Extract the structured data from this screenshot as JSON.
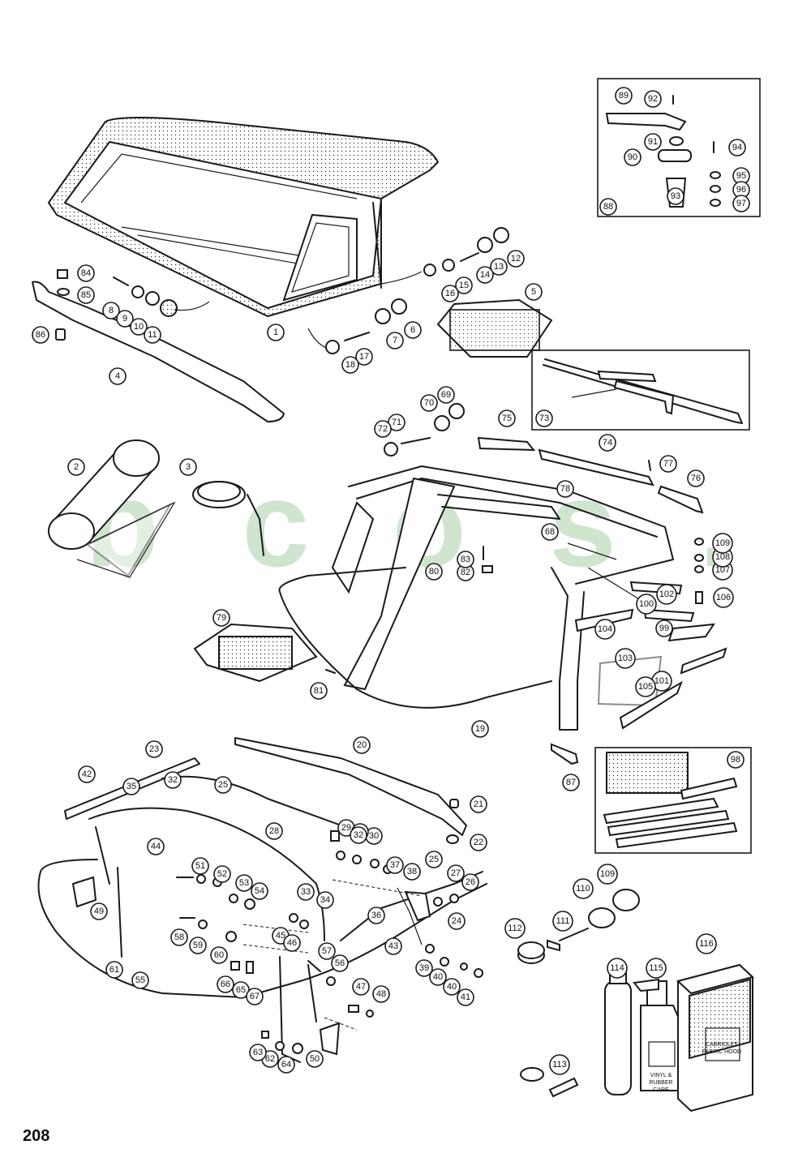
{
  "page": {
    "number": "208",
    "watermark": "b c o s . c h"
  },
  "callouts": [
    "1",
    "2",
    "3",
    "4",
    "5",
    "6",
    "7",
    "8",
    "9",
    "10",
    "11",
    "12",
    "13",
    "14",
    "15",
    "16",
    "17",
    "18",
    "19",
    "20",
    "21",
    "22",
    "23",
    "24",
    "25",
    "25",
    "26",
    "27",
    "28",
    "29",
    "30",
    "31",
    "32",
    "32",
    "33",
    "34",
    "35",
    "36",
    "37",
    "38",
    "39",
    "40",
    "40",
    "41",
    "42",
    "43",
    "44",
    "45",
    "46",
    "47",
    "48",
    "49",
    "50",
    "51",
    "52",
    "53",
    "54",
    "55",
    "56",
    "57",
    "58",
    "59",
    "60",
    "61",
    "62",
    "63",
    "64",
    "65",
    "66",
    "67",
    "68",
    "69",
    "70",
    "71",
    "72",
    "73",
    "74",
    "75",
    "76",
    "77",
    "78",
    "79",
    "80",
    "81",
    "82",
    "83",
    "84",
    "85",
    "86",
    "87",
    "88",
    "89",
    "90",
    "91",
    "92",
    "93",
    "94",
    "95",
    "96",
    "97",
    "98",
    "99",
    "100",
    "101",
    "102",
    "103",
    "104",
    "105",
    "106",
    "107",
    "108",
    "109",
    "109",
    "110",
    "111",
    "112",
    "113",
    "114",
    "115",
    "116"
  ],
  "products": {
    "bottle_115": {
      "line1": "VINYL &",
      "line2": "RUBBER",
      "line3": "CARE"
    },
    "box_116": {
      "line1": "CABRIOLET",
      "line2": "FABRIC HOOD"
    }
  },
  "colors": {
    "line": "#1a1a1a",
    "watermark": "#64aa64",
    "background": "#ffffff"
  }
}
